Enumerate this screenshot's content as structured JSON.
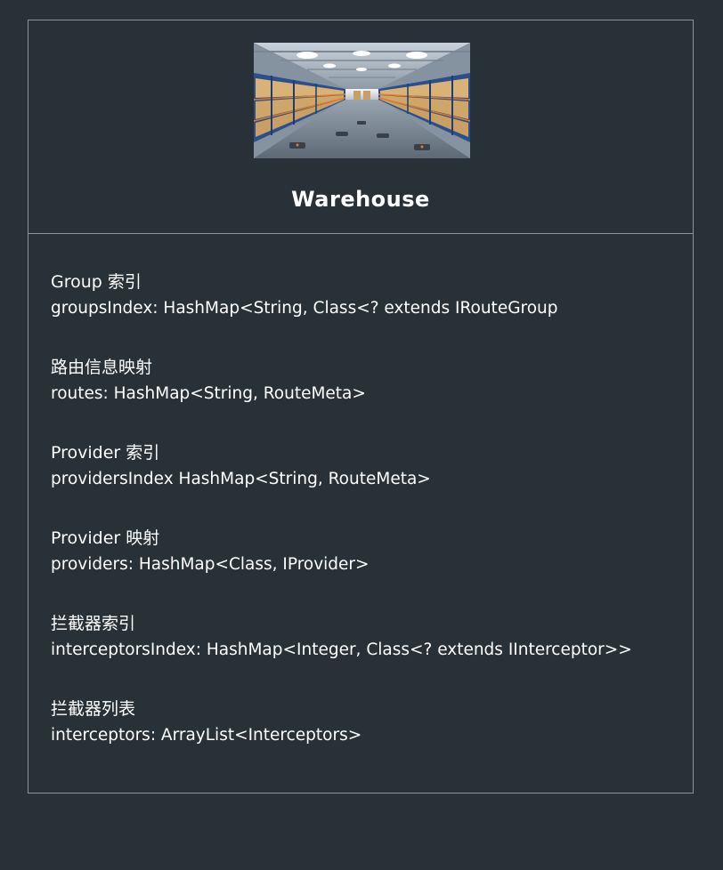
{
  "header": {
    "title": "Warehouse",
    "image": "warehouse-photo"
  },
  "entries": [
    {
      "label": "Group 索引",
      "value": "groupsIndex: HashMap<String, Class<? extends IRouteGroup"
    },
    {
      "label": "路由信息映射",
      "value": "routes: HashMap<String, RouteMeta>"
    },
    {
      "label": "Provider 索引",
      "value": "providersIndex HashMap<String, RouteMeta>"
    },
    {
      "label": "Provider 映射",
      "value": "providers: HashMap<Class, IProvider>"
    },
    {
      "label": "拦截器索引",
      "value": "interceptorsIndex: HashMap<Integer, Class<? extends IInterceptor>>"
    },
    {
      "label": "拦截器列表",
      "value": "interceptors: ArrayList<Interceptors>"
    }
  ],
  "colors": {
    "background": "#283137",
    "border": "#8b949b",
    "text": "#ffffff"
  }
}
